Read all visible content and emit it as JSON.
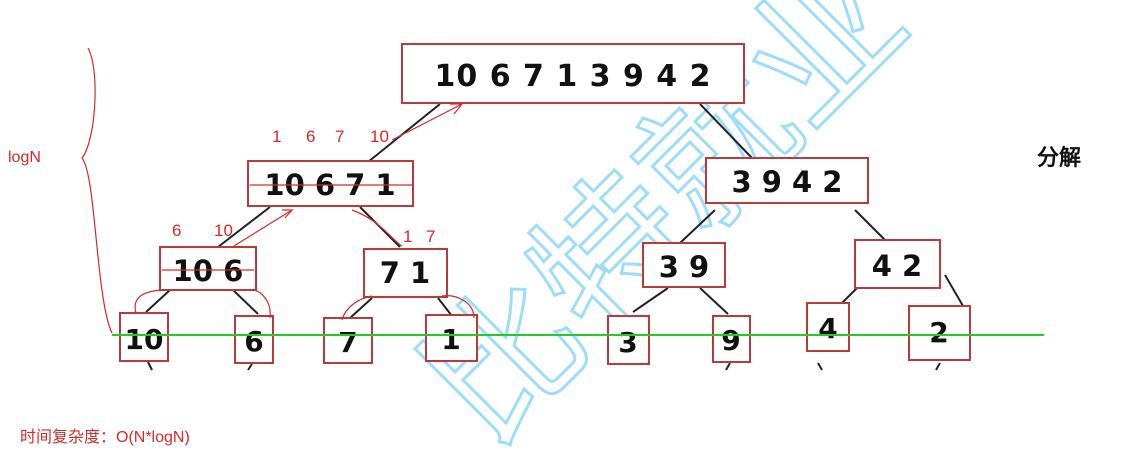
{
  "diagram": {
    "nodes": {
      "root": "10 6 7 1 3 9 4 2",
      "left": "10 6 7 1",
      "right": "3 9 4 2",
      "ll": "10 6",
      "lr": "7 1",
      "rl": "3 9",
      "rr": "4 2",
      "leaves": [
        "10",
        "6",
        "7",
        "1",
        "3",
        "9",
        "4",
        "2"
      ]
    },
    "annotations": {
      "merge_top": [
        "1",
        "6",
        "7",
        "10"
      ],
      "merge_left": [
        "6",
        "10"
      ],
      "merge_right": [
        "1",
        "7"
      ]
    },
    "label_decompose": "分解",
    "label_depth": "logN",
    "complexity": "时间复杂度：O(N*logN)",
    "watermark": "比特就业"
  },
  "colors": {
    "box_border": "#b83a3a",
    "annotation": "#d62a2a",
    "baseline": "#22cc22",
    "watermark": "#4fc3f7"
  }
}
